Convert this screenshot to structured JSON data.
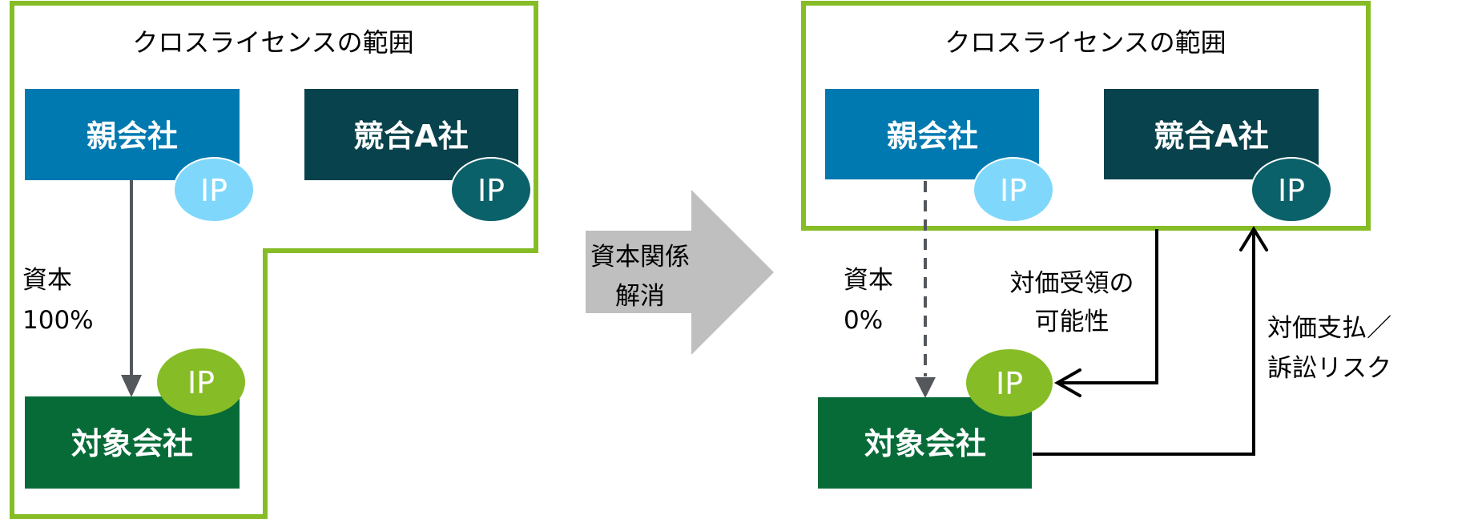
{
  "colors": {
    "scope_border": "#86bc25",
    "parent_fill": "#0079b0",
    "competitor_fill": "#08424c",
    "target_fill": "#076b38",
    "ip_parent": "#7fd8fb",
    "ip_competitor": "#0b6169",
    "ip_target": "#86bc25",
    "transition_arrow": "#bfbfbf",
    "capital_arrow": "#54575c",
    "flow_arrow": "#000000"
  },
  "before": {
    "scope_title": "クロスライセンスの範囲",
    "parent": {
      "label": "親会社",
      "ip": "IP"
    },
    "competitor": {
      "label": "競合A社",
      "ip": "IP"
    },
    "target": {
      "label": "対象会社",
      "ip": "IP"
    },
    "capital_label": [
      "資本",
      "100%"
    ]
  },
  "transition": {
    "label": [
      "資本関係",
      "解消"
    ]
  },
  "after": {
    "scope_title": "クロスライセンスの範囲",
    "parent": {
      "label": "親会社",
      "ip": "IP"
    },
    "competitor": {
      "label": "競合A社",
      "ip": "IP"
    },
    "target": {
      "label": "対象会社",
      "ip": "IP"
    },
    "capital_label": [
      "資本",
      "0%"
    ],
    "receive_label": [
      "対価受領の",
      "可能性"
    ],
    "pay_label": [
      "対価支払／",
      "訴訟リスク"
    ]
  }
}
